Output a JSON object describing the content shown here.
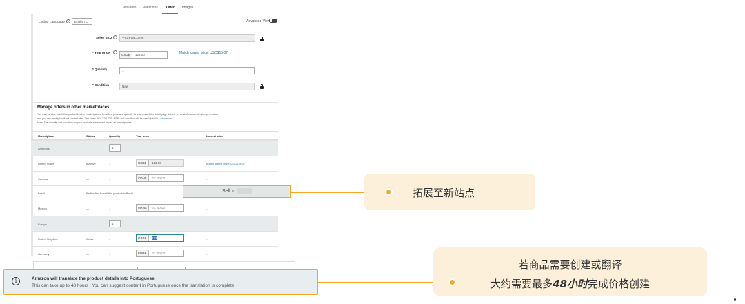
{
  "tabs": [
    {
      "label": "Vital Info"
    },
    {
      "label": "Variations"
    },
    {
      "label": "Offer",
      "active": true
    },
    {
      "label": "Images"
    }
  ],
  "listing_language": {
    "label": "Listing Language",
    "value": "English"
  },
  "advanced_view": {
    "label": "Advanced View",
    "on": false
  },
  "form": {
    "seller_sku": {
      "label": "Seller SKU",
      "value": "X2-LFXR-AG85"
    },
    "your_price": {
      "label": "* Your price",
      "currency": "USD$",
      "value": "123.00",
      "match": "Match lowest price: USD$15.07"
    },
    "quantity": {
      "label": "* Quantity",
      "value": "1"
    },
    "condition": {
      "label": "* Condition",
      "value": "New"
    }
  },
  "marketplaces": {
    "title": "Manage offers in other marketplaces",
    "desc1": "You may be able to sell this product in other marketplaces. Provide a price and quantity for each, and if the detail page doesn't yet exist, Amazon will attempt creation",
    "desc2": "and you can modify localized content after. The same SKU X2-LFXR-AG85 and condition will be used globally.",
    "learn_more": "Learn more",
    "note": "Note: The quantity and condition for your products are shared across all marketplaces.",
    "headers": [
      "Marketplace",
      "Status",
      "Quantity",
      "Your price",
      "Lowest price"
    ],
    "americas": {
      "label": "Americas",
      "qty": "1"
    },
    "europe": {
      "label": "Europe",
      "qty": "1"
    },
    "rows": [
      {
        "name": "United States",
        "status": "Inactive",
        "qty": "-",
        "cur": "USD$",
        "price": "123.00",
        "lowest": "Match lowest price: USD$15.07"
      },
      {
        "name": "Canada",
        "status": "—",
        "qty": "-",
        "cur": "CDN$",
        "price": "Ex: 30.00",
        "lowest": "-"
      },
      {
        "name": "Brazil",
        "status": "Be the first to sell this product in Brazil",
        "sell_button": "Sell in"
      },
      {
        "name": "Mexico",
        "status": "—",
        "qty": "-",
        "cur": "MXN$",
        "price": "Ex: 50.00",
        "lowest": "-"
      },
      {
        "name": "United Kingdom",
        "status": "Active",
        "qty": "-",
        "cur": "GBP£",
        "price": "123",
        "lowest": "-"
      },
      {
        "name": "Germany",
        "status": "—",
        "qty": "-",
        "cur": "EUR€",
        "price": "Ex: 50.00",
        "lowest": "-"
      }
    ]
  },
  "banner": {
    "title": "Amazon will translate the product details into Portuguese",
    "body": "This can take up to 48 hours . You can suggest content in Portuguese once the translation is complete."
  },
  "callouts": {
    "c1": "拓展至新站点",
    "c2_line1": "若商品需要创建或翻译",
    "c2_pre": "大约需要最多",
    "c2_bold": "48小时",
    "c2_post": "完成价格创建"
  },
  "colors": {
    "accent_orange": "#f5a623",
    "callout_bg": "#fdf0da",
    "teal": "#2a8a99",
    "banner_bg": "#e8eef0"
  }
}
